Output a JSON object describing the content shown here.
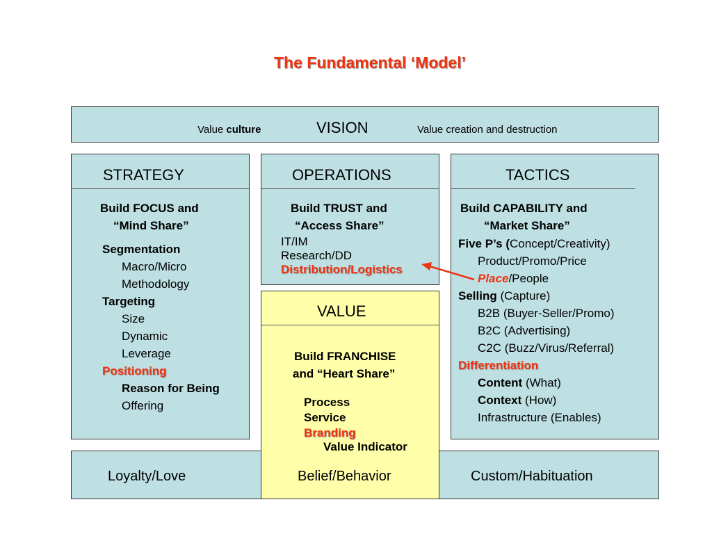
{
  "title": "The Fundamental ‘Model’",
  "vision": {
    "left_plain": "Value ",
    "left_bold": "culture",
    "center": "VISION",
    "right": "Value creation and destruction"
  },
  "strategy": {
    "heading": "STRATEGY",
    "build_line1": "Build FOCUS and",
    "build_line2": "“Mind Share”",
    "segmentation": "Segmentation",
    "macro_micro": "Macro/Micro",
    "methodology": "Methodology",
    "targeting": "Targeting",
    "size": "Size",
    "dynamic": "Dynamic",
    "leverage": "Leverage",
    "positioning": "Positioning",
    "reason_for_being": "Reason for Being",
    "offering": "Offering"
  },
  "operations": {
    "heading": "OPERATIONS",
    "build_line1": "Build TRUST and",
    "build_line2": "“Access Share”",
    "it_im": "IT/IM",
    "research_dd": "Research/DD",
    "distribution": "Distribution/Logistics"
  },
  "tactics": {
    "heading": "TACTICS",
    "build_line1": "Build CAPABILITY and",
    "build_line2": "“Market Share”",
    "five_ps_bold": "Five P’s (",
    "five_ps_rest": "Concept/Creativity)",
    "product_promo_price": "Product/Promo/Price",
    "place": "Place",
    "place_rest": "/People",
    "selling_bold": "Selling",
    "selling_rest": " (Capture)",
    "b2b": "B2B (Buyer-Seller/Promo)",
    "b2c": "B2C (Advertising)",
    "c2c": "C2C (Buzz/Virus/Referral)",
    "differentiation": "Differentiation",
    "content_bold": "Content",
    "content_rest": " (What)",
    "context_bold": "Context",
    "context_rest": " (How)",
    "infrastructure": "Infrastructure (Enables)"
  },
  "value": {
    "heading": "VALUE",
    "build_line1": "Build FRANCHISE",
    "build_line2": "and “Heart Share”",
    "process": "Process",
    "service": "Service",
    "branding": "Branding",
    "value_indicator": "Value Indicator"
  },
  "bottom": {
    "left": "Loyalty/Love",
    "center": "Belief/Behavior",
    "right": "Custom/Habituation"
  },
  "colors": {
    "box_fill": "#bfe0e3",
    "value_fill": "#ffffaa",
    "accent_red": "#ee3311"
  }
}
